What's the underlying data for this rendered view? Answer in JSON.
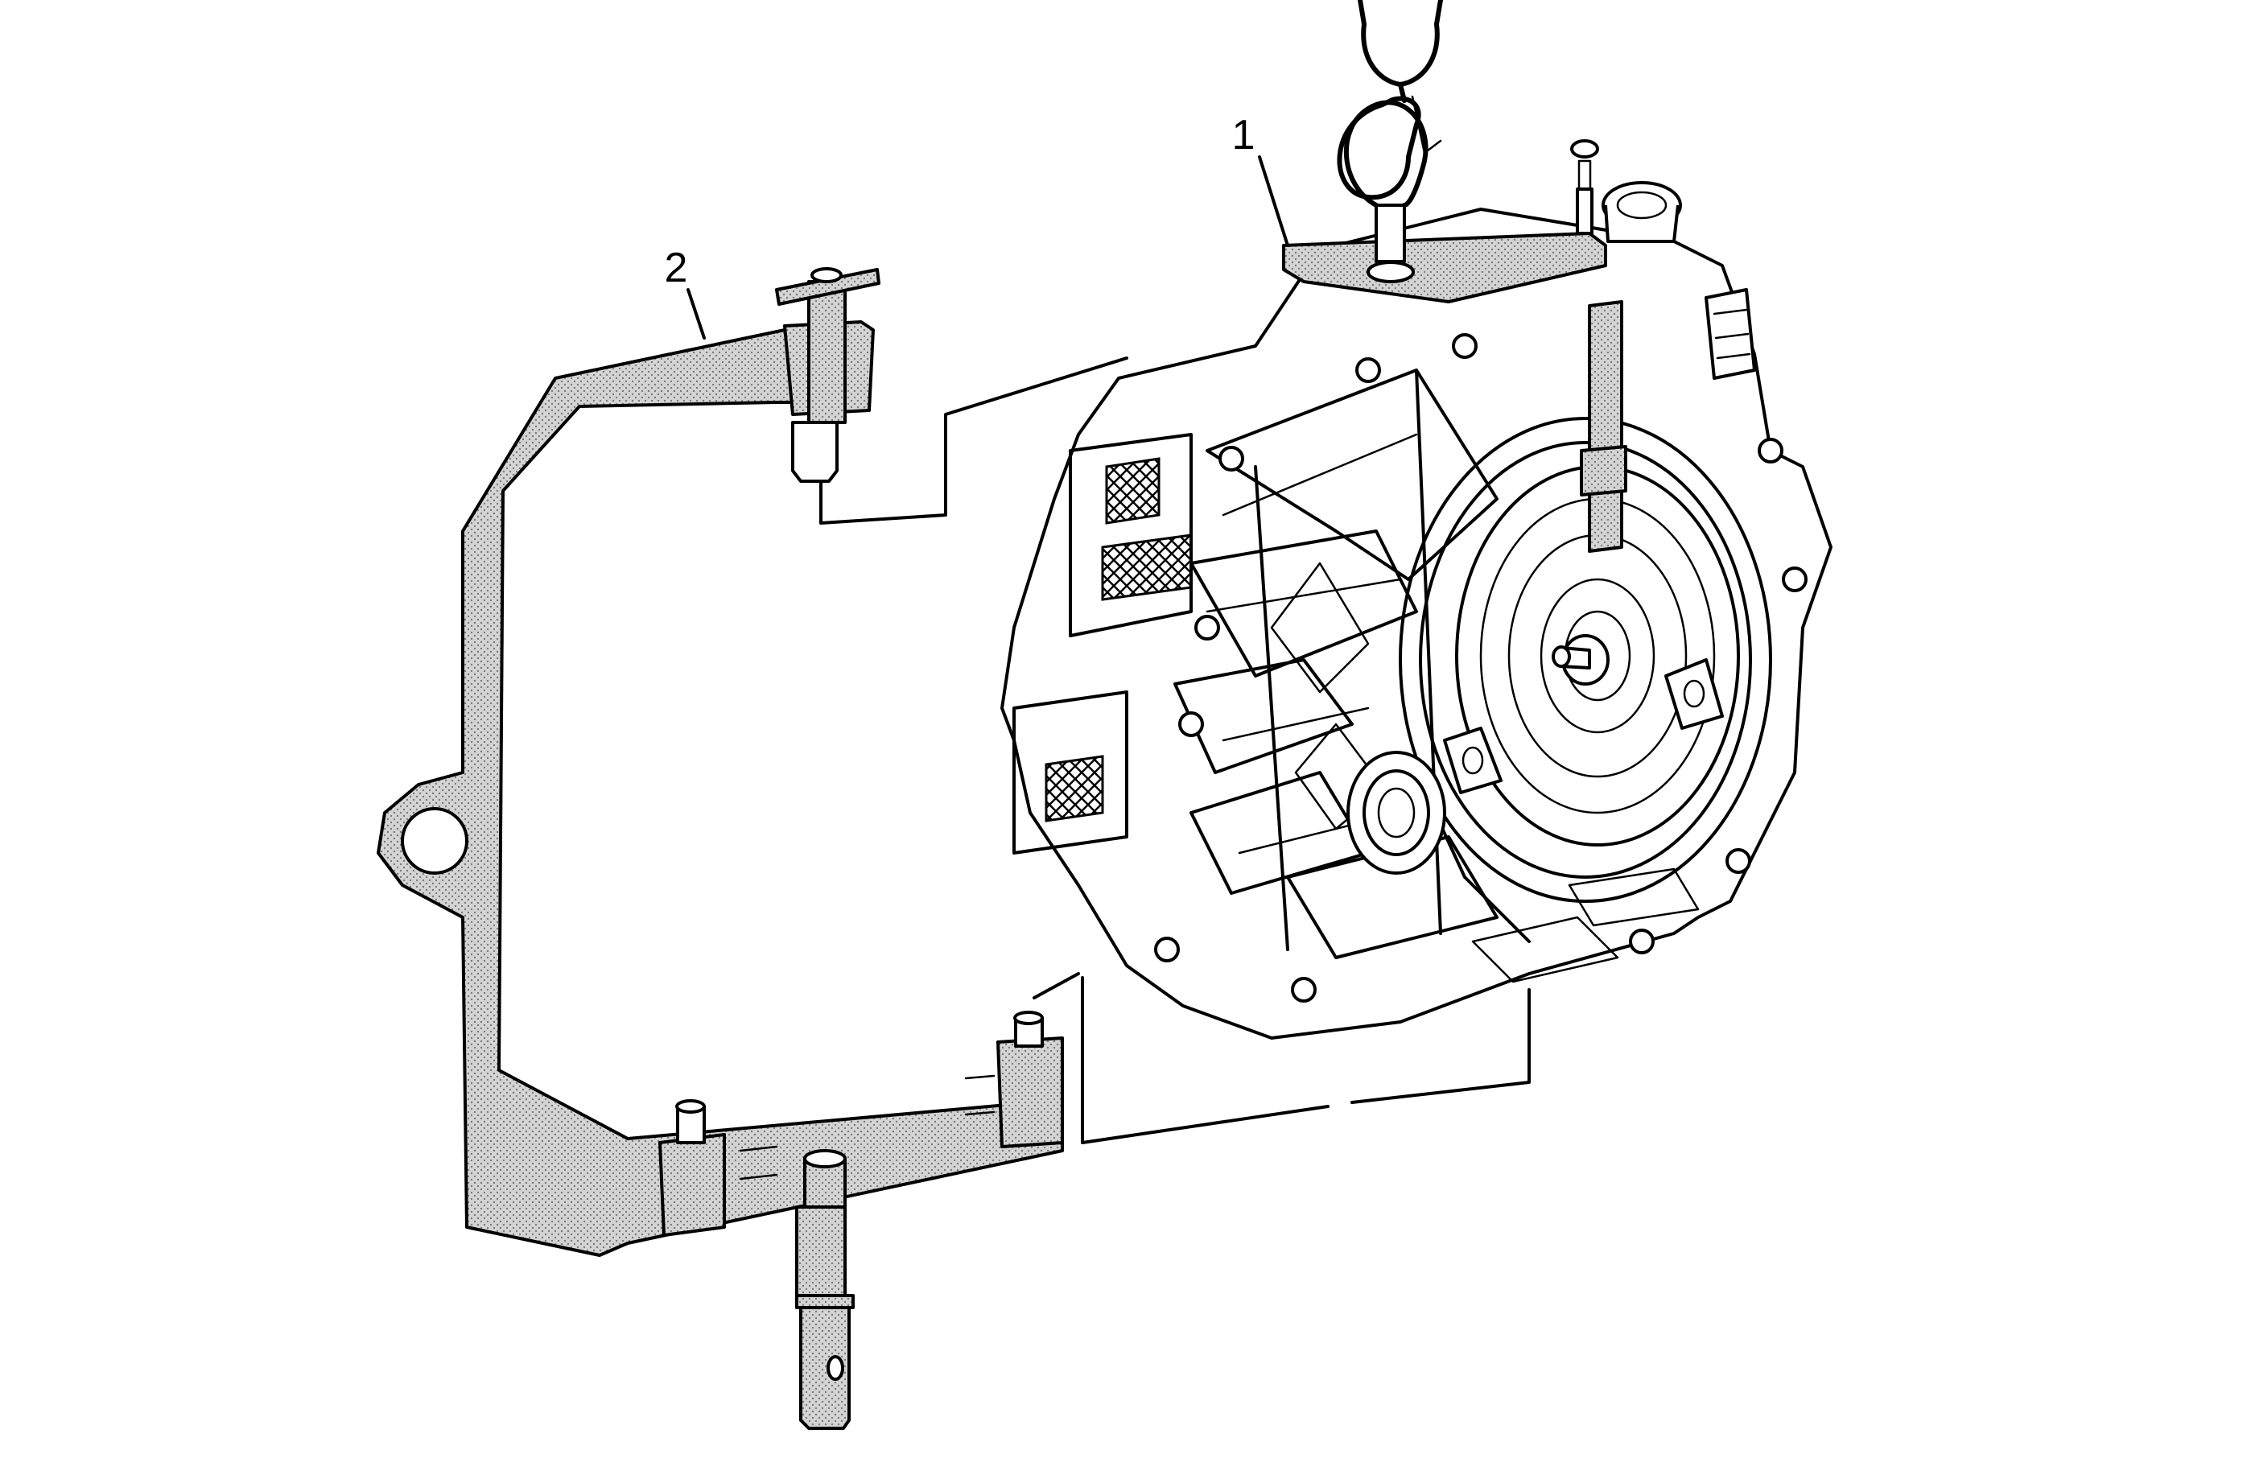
{
  "callouts": [
    {
      "label": "1",
      "target": "lifting-fixture"
    },
    {
      "label": "2",
      "target": "holding-fixture"
    }
  ],
  "colors": {
    "line": "#000000",
    "background": "#ffffff",
    "tool_tone": "#b9b9b9"
  }
}
